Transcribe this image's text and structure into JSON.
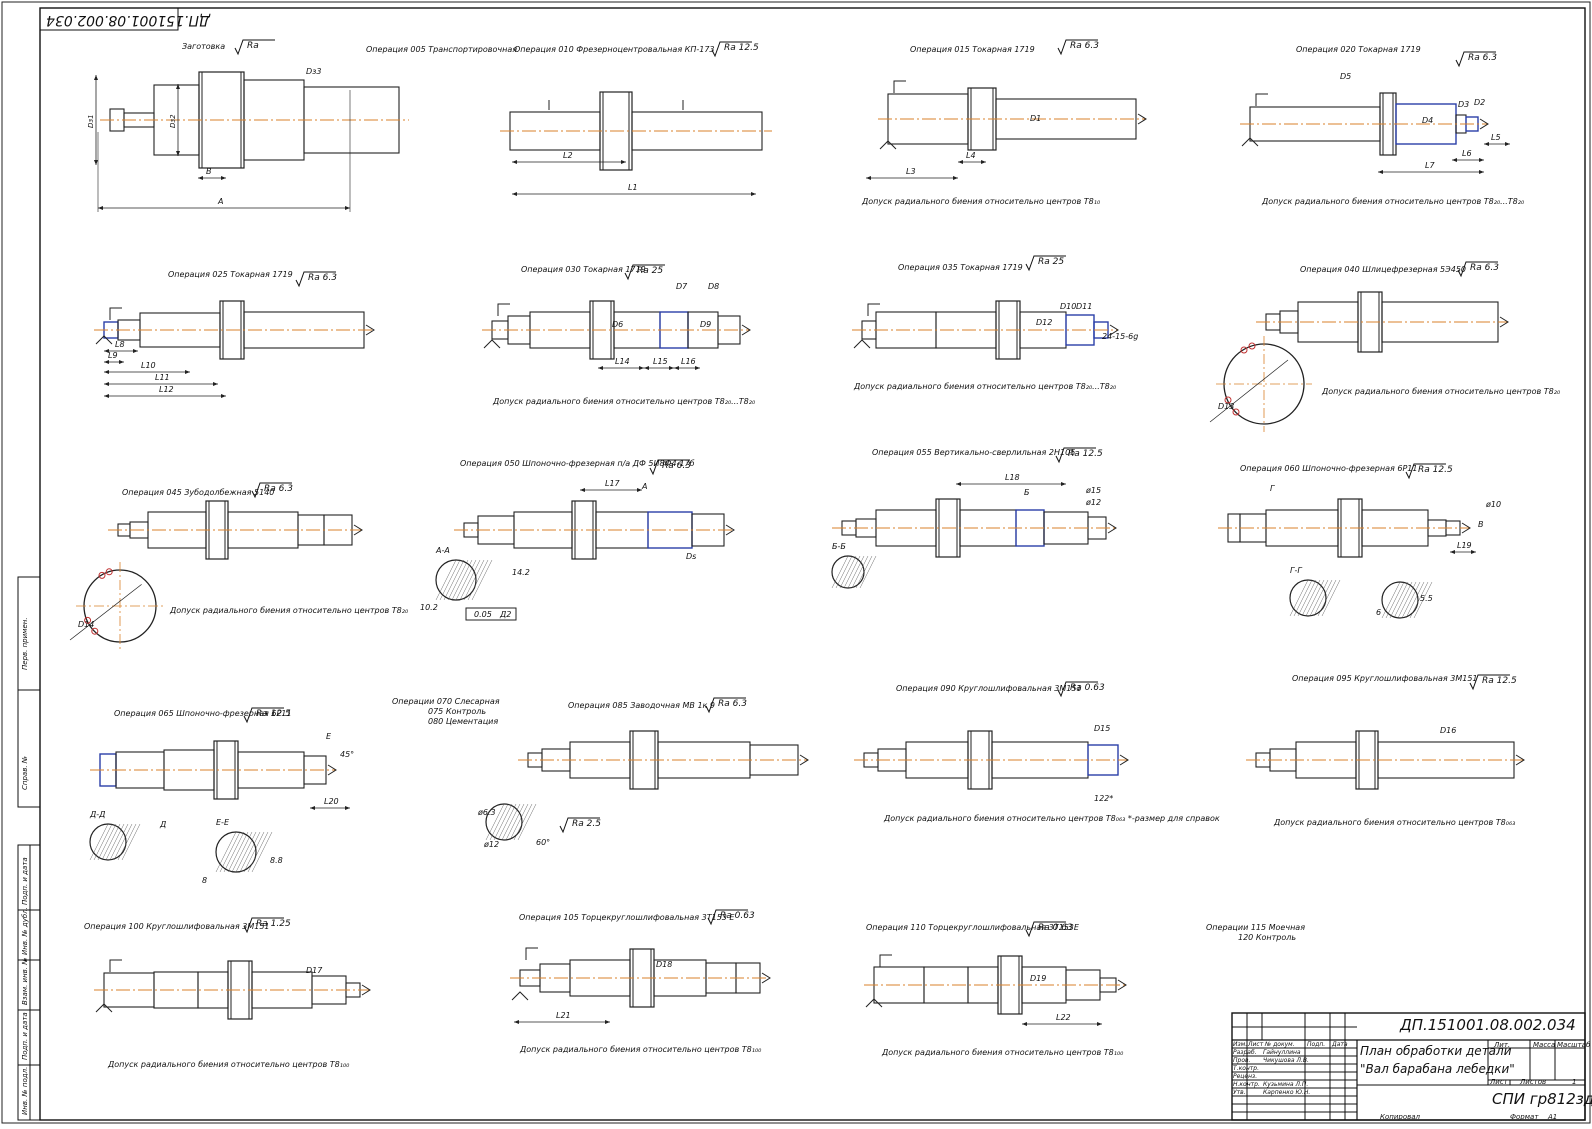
{
  "drawing": {
    "code_top": "ДП.151001.08.002.034",
    "code_main": "ДП.151001.08.002.034",
    "title_line1": "План обработки детали",
    "title_line2": "\"Вал барабана лебедки\"",
    "org": "СПИ гр812здy",
    "sheet_label": "Листов",
    "sheet_count": "1",
    "list_label": "Лист",
    "lit_label": "Лит.",
    "mass_label": "Масса",
    "scale_label": "Масштаб",
    "copied": "Копировал",
    "format": "Формат",
    "format_value": "А1"
  },
  "title_block": {
    "rows": [
      {
        "role": "Изм.",
        "sheet": "Лист",
        "doc": "№ докум.",
        "sign": "Подп.",
        "date": "Дата"
      },
      {
        "role": "Разраб.",
        "name": "Гайнуллина"
      },
      {
        "role": "Пров.",
        "name": "Чикушова Л.В."
      },
      {
        "role": "Т.контр.",
        "name": ""
      },
      {
        "role": "Реценз.",
        "name": ""
      },
      {
        "role": "Н.контр.",
        "name": "Кузьмина Л.П."
      },
      {
        "role": "Утв.",
        "name": "Карпенко Ю.Н."
      }
    ]
  },
  "side_stamp": [
    "Перв. примен.",
    "Справ. №",
    "Подп. и дата",
    "Инв. № дубл.",
    "Взам. инв. №",
    "Подп. и дата",
    "Инв. № подл."
  ],
  "operations": [
    {
      "title": "Заготовка",
      "ra": "Ra",
      "note": ""
    },
    {
      "title": "Операция 005 Транспортировочная",
      "ra": "",
      "note": ""
    },
    {
      "title": "Операция 010 Фрезерноцентровальная КП-173",
      "ra": "Ra 12.5",
      "note": ""
    },
    {
      "title": "Операция 015 Токарная 1719",
      "ra": "Ra 6.3",
      "note": "Допуск радиального биения относительно центров Т8₁₀"
    },
    {
      "title": "Операция 020 Токарная 1719",
      "ra": "Ra 6.3",
      "note": "Допуск радиального биения относительно центров Т8₂₀...Т8₂₀"
    },
    {
      "title": "Операция 025 Токарная 1719",
      "ra": "Ra 6.3",
      "note": ""
    },
    {
      "title": "Операция 030 Токарная 1719",
      "ra": "Ra 25",
      "note": "Допуск радиального биения относительно центров Т8₂₀...Т8₂₀"
    },
    {
      "title": "Операция 035 Токарная 1719",
      "ra": "Ra 25",
      "note": "Допуск радиального биения относительно центров Т8₂₀...Т8₂₀"
    },
    {
      "title": "Операция 040 Шлицефрезерная 5Э450",
      "ra": "Ra 6.3",
      "note": "Допуск радиального биения относительно центров Т8₂₀"
    },
    {
      "title": "Операция 045 Зубодолбежная 5140",
      "ra": "Ra 6.3",
      "note": "Допуск радиального биения относительно центров Т8₂₀"
    },
    {
      "title": "Операция 050 Шпоночно-фрезерная п/а ДФ 5И8Ф4-17б",
      "ra": "Ra 6.3",
      "note": ""
    },
    {
      "title": "Операция 055 Вертикально-сверлильная 2Н105",
      "ra": "Ra 12.5",
      "note": ""
    },
    {
      "title": "Операция 060 Шпоночно-фрезерная 6Р11",
      "ra": "Ra 12.5",
      "note": ""
    },
    {
      "title": "Операция 065 Шпоночно-фрезерная 6Р11",
      "ra": "Ra 12.5",
      "note": ""
    },
    {
      "title": "Операции 070 Слесарная\n075 Контроль\n080 Цементация",
      "ra": "",
      "note": ""
    },
    {
      "title": "Операция 085 Заводочная МВ 1к 9",
      "ra": "Ra 6.3",
      "note": ""
    },
    {
      "title": "Операция 090 Круглошлифовальная 3М151",
      "ra": "Ra 0.63",
      "note": "Допуск радиального биения относительно центров Т8₀₆₃\n*-размер для справок"
    },
    {
      "title": "Операция 095 Круглошлифовальная 3М151",
      "ra": "Ra 12.5",
      "note": "Допуск радиального биения относительно центров Т8₀₆₃"
    },
    {
      "title": "Операция 100 Круглошлифовальная 3М151",
      "ra": "Ra 1.25",
      "note": "Допуск радиального биения относительно центров Т8₁₀₀"
    },
    {
      "title": "Операция 105 Торцекруглошлифовальная 3Т153 Е",
      "ra": "Ra 0.63",
      "note": "Допуск радиального биения относительно центров Т8₁₀₀"
    },
    {
      "title": "Операция 110 Торцекруглошлифовальная 3Т153Е",
      "ra": "Ra 0.63",
      "note": "Допуск радиального биения относительно центров Т8₁₀₀"
    },
    {
      "title": "Операции 115 Моечная\n120 Контроль",
      "ra": "",
      "note": ""
    }
  ],
  "dims": {
    "blank": [
      "Dз1",
      "Dз2",
      "Dз3",
      "B",
      "A"
    ],
    "op010": [
      "L2",
      "L1"
    ],
    "op015": [
      "L3",
      "L4",
      "D1"
    ],
    "op020": [
      "D5",
      "D4",
      "D3",
      "D2",
      "L7",
      "L6",
      "L5"
    ],
    "op025": [
      "L8",
      "L9",
      "L10",
      "L11",
      "L12"
    ],
    "op030": [
      "D7",
      "D8",
      "D6",
      "D9",
      "L14",
      "L15",
      "L16"
    ],
    "op035": [
      "D10",
      "D11",
      "D12",
      "24-15-6g"
    ],
    "op040": [
      "D13"
    ],
    "op045": [
      "D14"
    ],
    "op050": [
      "L17",
      "А",
      "А-А",
      "14.2",
      "10.2",
      "0.05",
      "Ds",
      "Д2"
    ],
    "op055": [
      "L18",
      "Б",
      "Б-Б",
      "ø15",
      "ø12"
    ],
    "op060": [
      "Г",
      "Г-Г",
      "В",
      "L19",
      "ø10",
      "6",
      "5.5"
    ],
    "op065": [
      "Д",
      "Д-Д",
      "Е",
      "Е-Е",
      "L20",
      "8",
      "8.8",
      "45°"
    ],
    "op085": [
      "ø6.3",
      "ø12",
      "60°",
      "Ra 2.5"
    ],
    "op090": [
      "D15",
      "122*"
    ],
    "op095": [
      "D16"
    ],
    "op100": [
      "D17"
    ],
    "op105": [
      "D18",
      "L21"
    ],
    "op110": [
      "D19",
      "L22"
    ]
  }
}
